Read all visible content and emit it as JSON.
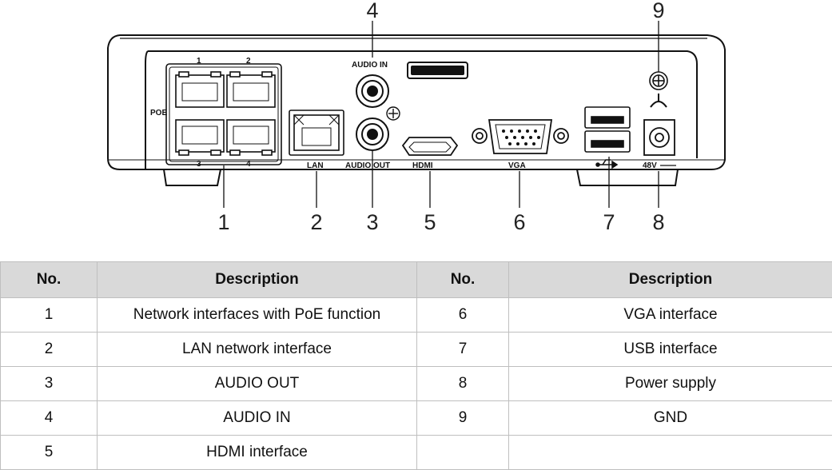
{
  "diagram": {
    "port_labels": {
      "poe": "POE",
      "lan": "LAN",
      "audio_in": "AUDIO IN",
      "audio_out": "AUDIO OUT",
      "hdmi": "HDMI",
      "vga": "VGA",
      "power": "48V",
      "port1": "1",
      "port2": "2",
      "port3": "3",
      "port4": "4"
    },
    "callouts": {
      "c1": "1",
      "c2": "2",
      "c3": "3",
      "c4": "4",
      "c5": "5",
      "c6": "6",
      "c7": "7",
      "c8": "8",
      "c9": "9"
    }
  },
  "table": {
    "headers": [
      "No.",
      "Description",
      "No.",
      "Description"
    ],
    "rows": [
      {
        "no_a": "1",
        "desc_a": "Network interfaces with PoE function",
        "no_b": "6",
        "desc_b": "VGA interface"
      },
      {
        "no_a": "2",
        "desc_a": "LAN network interface",
        "no_b": "7",
        "desc_b": "USB interface"
      },
      {
        "no_a": "3",
        "desc_a": "AUDIO OUT",
        "no_b": "8",
        "desc_b": "Power supply"
      },
      {
        "no_a": "4",
        "desc_a": "AUDIO IN",
        "no_b": "9",
        "desc_b": "GND"
      },
      {
        "no_a": "5",
        "desc_a": "HDMI interface",
        "no_b": "",
        "desc_b": ""
      }
    ]
  }
}
